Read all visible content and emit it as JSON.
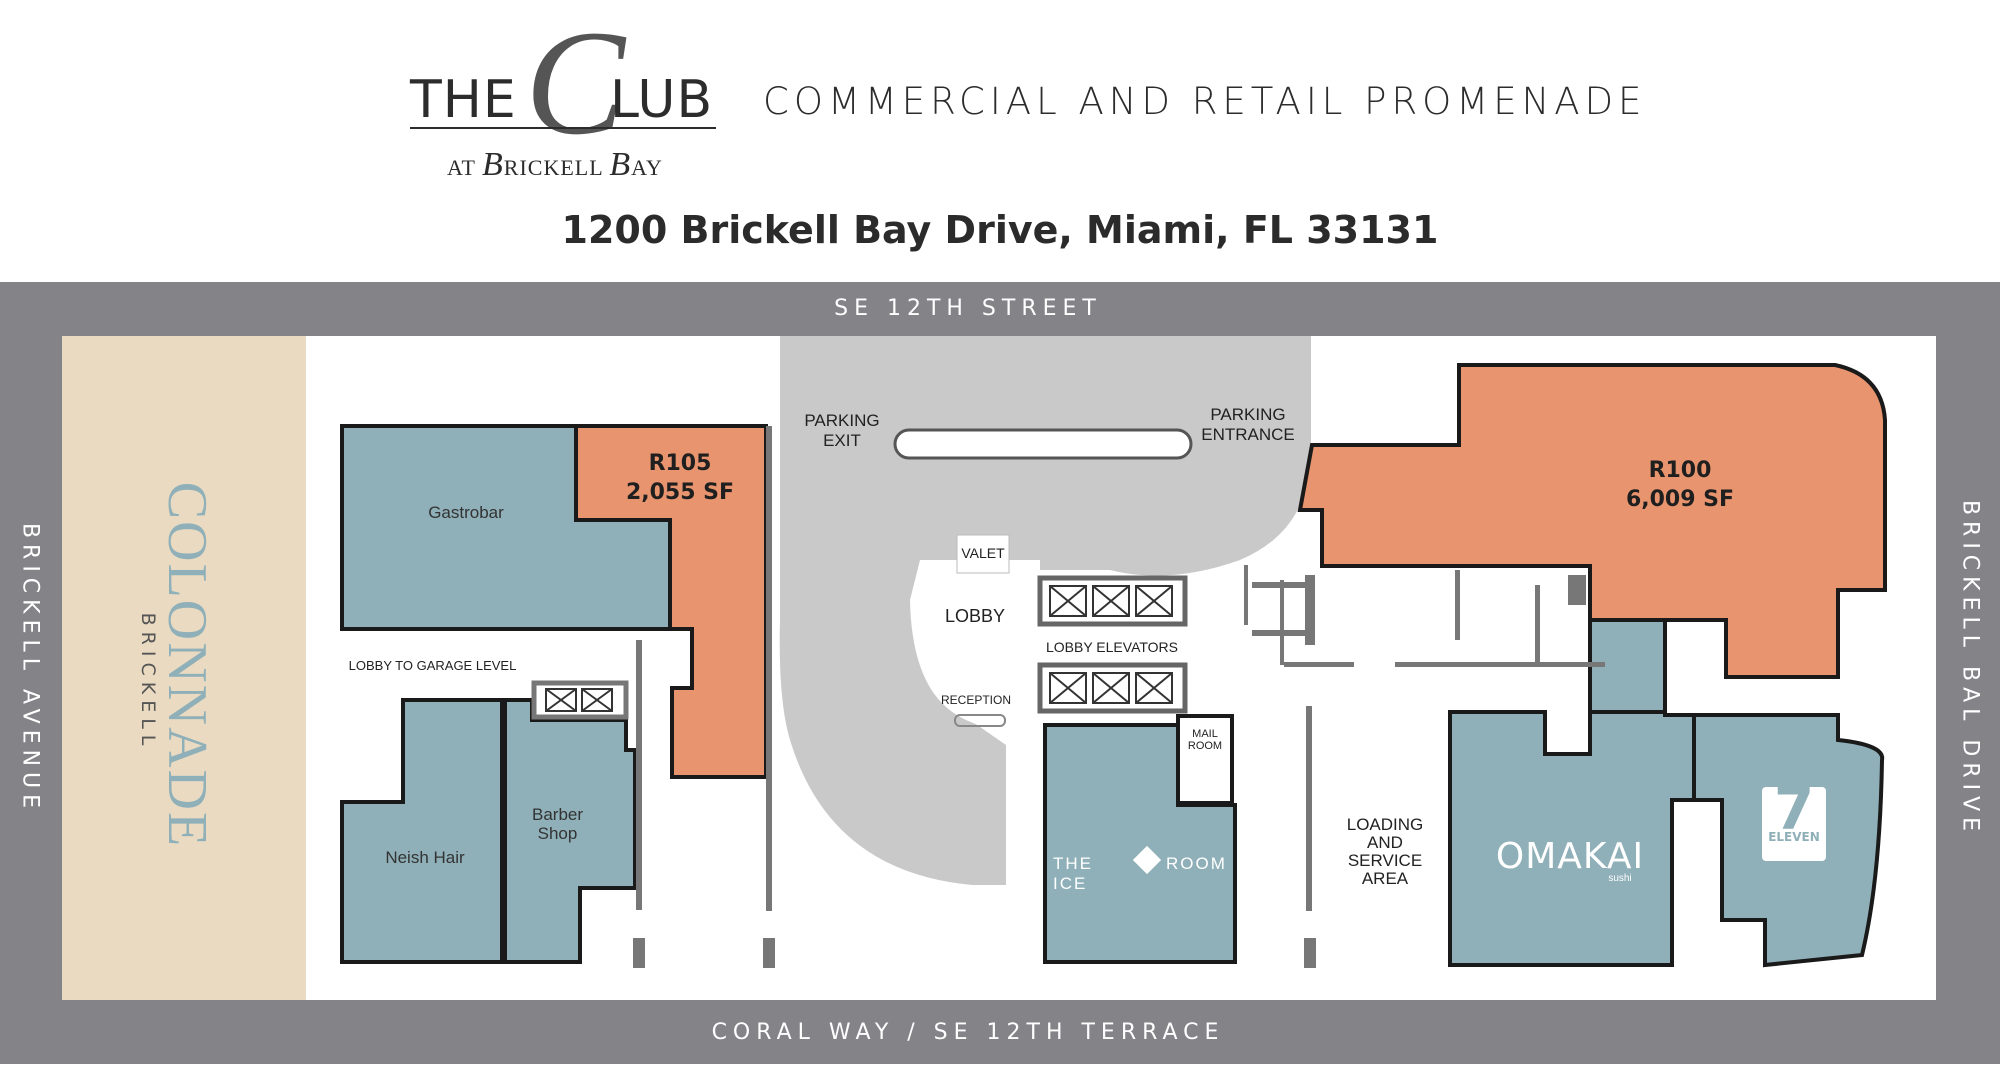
{
  "header": {
    "logo_the": "THE",
    "logo_c": "C",
    "logo_lub": "LUB",
    "logo_at": "AT",
    "logo_b1": "B",
    "logo_rickell": "RICKELL",
    "logo_b2": "B",
    "logo_ay": "AY",
    "tagline": "COMMERCIAL AND RETAIL PROMENADE",
    "address": "1200 Brickell Bay Drive, Miami, FL 33131"
  },
  "streets": {
    "north": "SE 12TH STREET",
    "south": "CORAL WAY / SE 12TH TERRACE",
    "west": "BRICKELL AVENUE",
    "east": "BRICKELL BAL DRIVE"
  },
  "colonnade": {
    "name": "COLONNADE",
    "sub": "BRICKELL"
  },
  "units": {
    "r105": {
      "id": "R105",
      "area": "2,055 SF"
    },
    "r100": {
      "id": "R100",
      "area": "6,009 SF"
    }
  },
  "tenants": {
    "gastrobar": "Gastrobar",
    "neish": "Neish Hair",
    "barber_1": "Barber",
    "barber_2": "Shop",
    "ice_room_1": "THE ICE",
    "ice_room_2": "ROOM",
    "omakai": "OMAKAI",
    "omakai_sub": "sushi",
    "seven_eleven": "ELEVEN",
    "seven_digit": "7"
  },
  "labels": {
    "parking_exit_1": "PARKING",
    "parking_exit_2": "EXIT",
    "parking_entrance_1": "PARKING",
    "parking_entrance_2": "ENTRANCE",
    "valet": "VALET",
    "lobby": "LOBBY",
    "lobby_elevators": "LOBBY ELEVATORS",
    "reception": "RECEPTION",
    "mail_1": "MAIL",
    "mail_2": "ROOM",
    "lobby_garage": "LOBBY TO GARAGE LEVEL",
    "loading_1": "LOADING",
    "loading_2": "AND",
    "loading_3": "SERVICE",
    "loading_4": "AREA"
  },
  "colors": {
    "available": "#e8956f",
    "leased": "#8fb0b8",
    "driveway": "#c9c9ca",
    "frame": "#838388",
    "colonnade_band": "#e9dac1"
  }
}
